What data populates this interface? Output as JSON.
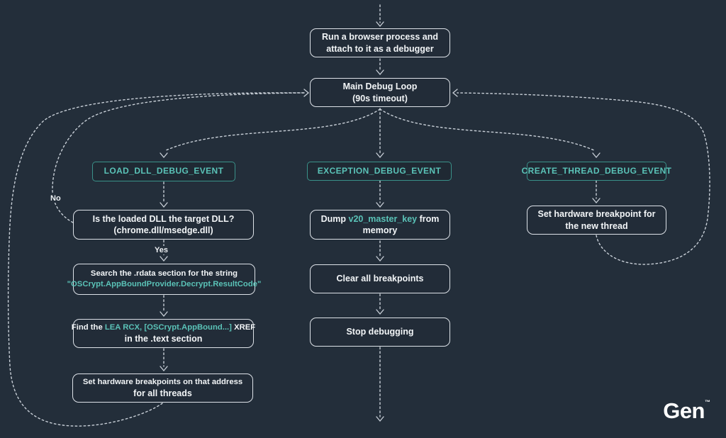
{
  "colors": {
    "background": "#232e3a",
    "box_border": "#dde2e8",
    "teal_accent": "#5ac2b7",
    "teal_border": "#3a9189",
    "connector": "#c9d0d8",
    "text": "#f2f5f7"
  },
  "labels": {
    "yes": "Yes",
    "no": "No"
  },
  "logo": {
    "text": "Gen",
    "tm": "™"
  },
  "nodes": {
    "run_browser": {
      "line1": "Run a browser process and",
      "line2": "attach to it as a debugger"
    },
    "main_loop": {
      "line1": "Main Debug Loop",
      "line2": "(90s timeout)"
    },
    "event_load_dll": {
      "label": "LOAD_DLL_DEBUG_EVENT"
    },
    "event_exception": {
      "label": "EXCEPTION_DEBUG_EVENT"
    },
    "event_create_thread": {
      "label": "CREATE_THREAD_DEBUG_EVENT"
    },
    "is_target_dll": {
      "line1": "Is the loaded DLL the target DLL?",
      "line2": "(chrome.dll/msedge.dll)"
    },
    "search_rdata": {
      "line1": "Search the .rdata section for the string",
      "line2": "\"OSCrypt.AppBoundProvider.Decrypt.ResultCode\""
    },
    "find_xref": {
      "part1": "Find the ",
      "code": "LEA RCX, [OSCrypt.AppBound...]",
      "part2": " XREF",
      "line2": "in the .text section"
    },
    "set_bp_all_threads": {
      "line1": "Set hardware breakpoints on that address",
      "line2": "for all threads"
    },
    "dump_key": {
      "part1": "Dump ",
      "code": "v20_master_key",
      "part2": " from",
      "line2": "memory"
    },
    "clear_breakpoints": {
      "label": "Clear all breakpoints"
    },
    "stop_debugging": {
      "label": "Stop debugging"
    },
    "set_bp_new_thread": {
      "line1": "Set hardware breakpoint for",
      "line2": "the new thread"
    }
  }
}
